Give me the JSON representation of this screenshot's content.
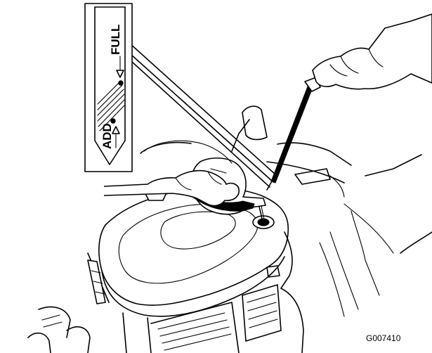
{
  "figure": {
    "dipstick_label_full": "FULL",
    "dipstick_label_add": "ADD",
    "figure_code": "G007410"
  },
  "icons": {
    "dipstick_inset": "dipstick-level-inset",
    "oil_bottle": "oil-bottle-icon",
    "hand": "hand-icon",
    "engine": "engine-icon"
  }
}
